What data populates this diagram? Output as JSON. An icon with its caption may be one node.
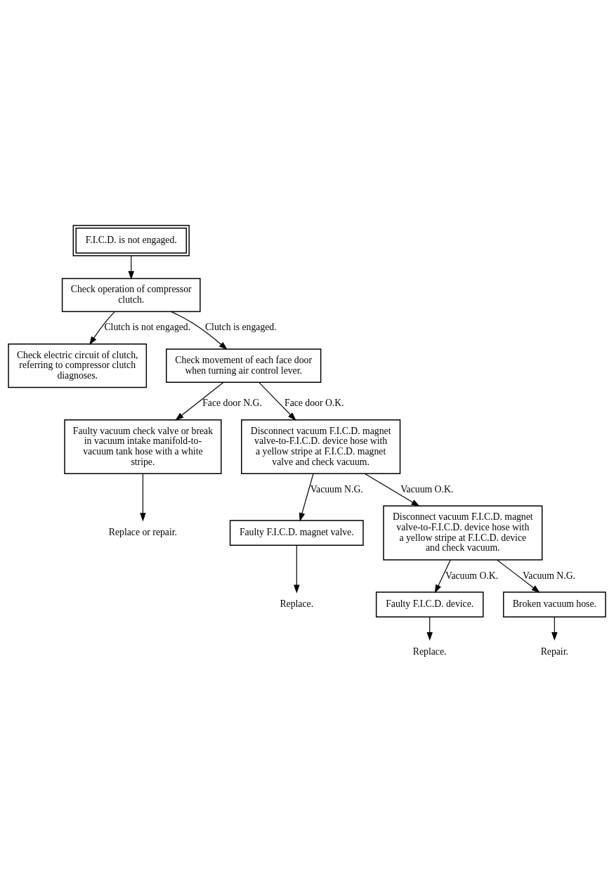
{
  "diagram": {
    "nodes": [
      {
        "text": [
          "F.I.C.D. is not engaged."
        ]
      },
      {
        "text": [
          "Check operation of compressor clutch."
        ]
      },
      {
        "text": [
          "Check electric circuit of clutch, referring to compressor clutch diagnoses."
        ]
      },
      {
        "text": [
          "Check movement of each face door when turning air control lever."
        ]
      },
      {
        "text": [
          "Faulty vacuum check valve or break in vacuum intake manifold-to-vacuum tank hose with a white stripe."
        ]
      },
      {
        "text": [
          "Disconnect vacuum F.I.C.D. magnet valve-to-F.I.C.D. device hose with a yellow stripe at F.I.C.D. magnet valve and check vacuum."
        ]
      },
      {
        "text": [
          "Replace or repair."
        ]
      },
      {
        "text": [
          "Faulty F.I.C.D. magnet valve."
        ]
      },
      {
        "text": [
          "Disconnect vacuum F.I.C.D. magnet valve-to-F.I.C.D. device hose with a yellow stripe at F.I.C.D. device and check vacuum."
        ]
      },
      {
        "text": [
          "Replace."
        ]
      },
      {
        "text": [
          "Faulty F.I.C.D. device."
        ]
      },
      {
        "text": [
          "Broken vacuum hose."
        ]
      },
      {
        "text": [
          "Replace."
        ]
      },
      {
        "text": [
          "Repair."
        ]
      }
    ],
    "edges": [
      {
        "from": 0,
        "to": 1,
        "arrow": "to"
      },
      {
        "from": 1,
        "to": 2,
        "arrow": "to",
        "label": "Clutch is not engaged."
      },
      {
        "from": 1,
        "to": 3,
        "arrow": "to",
        "label": "Clutch is engaged."
      },
      {
        "from": 3,
        "to": 4,
        "arrow": "to",
        "label": "Face door N.G."
      },
      {
        "from": 3,
        "to": 5,
        "arrow": "to",
        "label": "Face door O.K."
      },
      {
        "from": 4,
        "to": 6,
        "arrow": "to"
      },
      {
        "from": 5,
        "to": 7,
        "arrow": "to",
        "label": "Vacuum N.G."
      },
      {
        "from": 5,
        "to": 8,
        "arrow": "to",
        "label": "Vacuum O.K."
      },
      {
        "from": 7,
        "to": 9,
        "arrow": "to"
      },
      {
        "from": 8,
        "to": 10,
        "arrow": "to",
        "label": "Vacuum O.K."
      },
      {
        "from": 8,
        "to": 11,
        "arrow": "to",
        "label": "Vacuum N.G."
      },
      {
        "from": 10,
        "to": 12,
        "arrow": "to"
      },
      {
        "from": 11,
        "to": 13,
        "arrow": "to"
      }
    ]
  }
}
